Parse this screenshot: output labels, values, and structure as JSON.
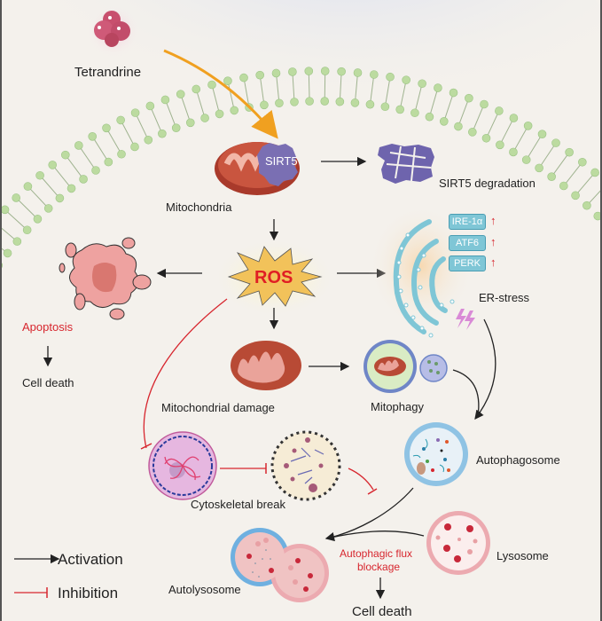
{
  "title": "Tetrandrine-induced SIRT5 degradation, ROS, ER-stress and autophagic flux blockage leading to cell death",
  "colors": {
    "background": "#f4f1ec",
    "membrane_head": "#bcdba0",
    "activation_arrow": "#222222",
    "inhibition_line": "#d7262e",
    "ros_text": "#e01e24",
    "ros_star": "#f2c25a",
    "sirt5": "#7a6fb3",
    "mitochondria": "#b8412f",
    "er": "#7fc6d6",
    "drug_arrow": "#f0a020"
  },
  "nodes": {
    "tetrandrine": {
      "label": "Tetrandrine",
      "icon": "drug-molecule-icon"
    },
    "mitochondria": {
      "label": "Mitochondria",
      "protein": "SIRT5",
      "icon": "mitochondrion-icon"
    },
    "sirt5_degradation": {
      "label": "SIRT5 degradation",
      "icon": "degraded-protein-icon"
    },
    "ros": {
      "label": "ROS",
      "icon": "burst-star-icon"
    },
    "er_stress": {
      "label": "ER-stress",
      "markers": [
        {
          "name": "IRE-1α",
          "change": "↑"
        },
        {
          "name": "ATF6",
          "change": "↑"
        },
        {
          "name": "PERK",
          "change": "↑"
        }
      ],
      "icon": "endoplasmic-reticulum-icon"
    },
    "apoptosis": {
      "label": "Apoptosis",
      "icon": "apoptotic-cell-icon"
    },
    "cell_death_left": {
      "label": "Cell death"
    },
    "mito_damage": {
      "label": "Mitochondrial damage",
      "icon": "damaged-mitochondrion-icon"
    },
    "mitophagy": {
      "label": "Mitophagy",
      "icon": "mitophagy-icon"
    },
    "autophagosome": {
      "label": "Autophagosome",
      "icon": "autophagosome-icon"
    },
    "cytoskeletal_break": {
      "label": "Cytoskeletal break",
      "icon": "cytoskeleton-icon"
    },
    "lysosome": {
      "label": "Lysosome",
      "icon": "lysosome-icon"
    },
    "autolysosome": {
      "label": "Autolysosome",
      "icon": "autolysosome-icon"
    },
    "flux_blockage": {
      "label_line1": "Autophagic flux",
      "label_line2": "blockage"
    },
    "cell_death_bottom": {
      "label": "Cell death"
    }
  },
  "legend": {
    "activation": "Activation",
    "inhibition": "Inhibition"
  }
}
